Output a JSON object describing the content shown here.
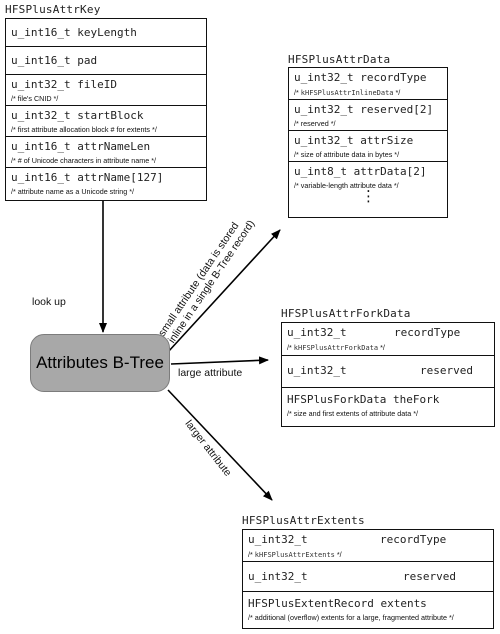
{
  "key": {
    "title": "HFSPlusAttrKey",
    "rows": [
      {
        "field": "u_int16_t keyLength",
        "comment": ""
      },
      {
        "field": "u_int16_t pad",
        "comment": ""
      },
      {
        "field": "u_int32_t fileID",
        "comment": "/* file's CNID */"
      },
      {
        "field": "u_int32_t startBlock",
        "comment": "/* first attribute allocation block # for extents */"
      },
      {
        "field": "u_int16_t attrNameLen",
        "comment": "/* # of Unicode characters in attribute name */"
      },
      {
        "field": "u_int16_t attrName[127]",
        "comment": "/* attribute name as a Unicode string */"
      }
    ]
  },
  "attr_data": {
    "title": "HFSPlusAttrData",
    "rows": [
      {
        "field": "u_int32_t recordType",
        "comment_pre": "/* ",
        "comment_code": "kHFSPlusAttrInlineData",
        "comment_post": " */"
      },
      {
        "field": "u_int32_t reserved[2]",
        "comment": "/* reserved */"
      },
      {
        "field": "u_int32_t attrSize",
        "comment": "/* size of attribute data in bytes */"
      },
      {
        "field": "u_int8_t attrData[2]",
        "comment": "/* variable-length attribute data */"
      }
    ],
    "continuation": "⋮"
  },
  "fork_data": {
    "title": "HFSPlusAttrForkData",
    "rows": [
      {
        "type": "u_int32_t",
        "name": "recordType",
        "comment_pre": "/* ",
        "comment_code": "kHFSPlusAttrForkData",
        "comment_post": " */"
      },
      {
        "type": "u_int32_t",
        "name": "reserved"
      },
      {
        "field": "HFSPlusForkData theFork",
        "comment": "/* size and first extents of attribute data */"
      }
    ]
  },
  "extents": {
    "title": "HFSPlusAttrExtents",
    "rows": [
      {
        "type": "u_int32_t",
        "name": "recordType",
        "comment_pre": "/* ",
        "comment_code": "kHFSPlusAttrExtents",
        "comment_post": " */"
      },
      {
        "type": "u_int32_t",
        "name": "reserved"
      },
      {
        "field": "HFSPlusExtentRecord extents",
        "comment": "/* additional (overflow) extents for a large, fragmented attribute */"
      }
    ]
  },
  "btree": {
    "label": "Attributes B-Tree"
  },
  "arrows": {
    "lookup": "look up",
    "small_line1": "small attribute (data is stored",
    "small_line2": "inline in a single B-Tree record)",
    "large": "large attribute",
    "larger": "larger attribute"
  }
}
